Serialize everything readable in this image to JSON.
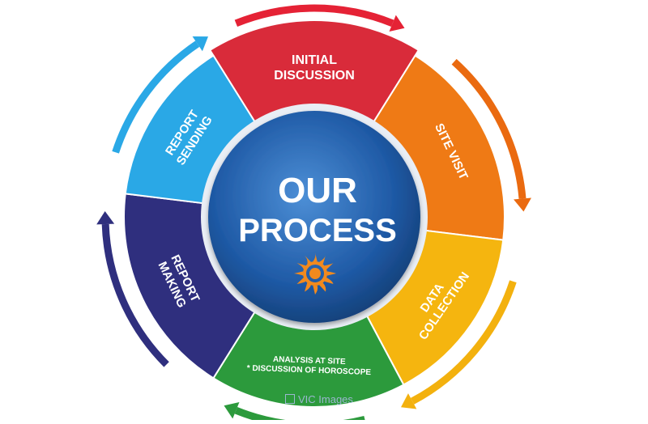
{
  "center": {
    "line1": "OUR",
    "line2": "PROCESS",
    "logo_icon": "sun-logo-icon"
  },
  "segments": [
    {
      "id": "initial-discussion",
      "lines": [
        "INITIAL",
        "DISCUSSION"
      ],
      "color": "#d92b3a",
      "order": 1
    },
    {
      "id": "site-visit",
      "lines": [
        "SITE VISIT"
      ],
      "color": "#ef7a15",
      "order": 2
    },
    {
      "id": "data-collection",
      "lines": [
        "DATA",
        "COLLECTION"
      ],
      "color": "#f5b50f",
      "order": 3
    },
    {
      "id": "analysis",
      "lines": [
        "ANALYSIS AT SITE",
        "* DISCUSSION OF HOROSCOPE"
      ],
      "color": "#2c9a3c",
      "order": 4
    },
    {
      "id": "report-making",
      "lines": [
        "REPORT",
        "MAKING"
      ],
      "color": "#2f2f7e",
      "order": 5
    },
    {
      "id": "report-sending",
      "lines": [
        "REPORT",
        "SENDING"
      ],
      "color": "#2aa8e6",
      "order": 6
    }
  ],
  "center_color": "#1f5aa6",
  "watermark": "VIC Images"
}
